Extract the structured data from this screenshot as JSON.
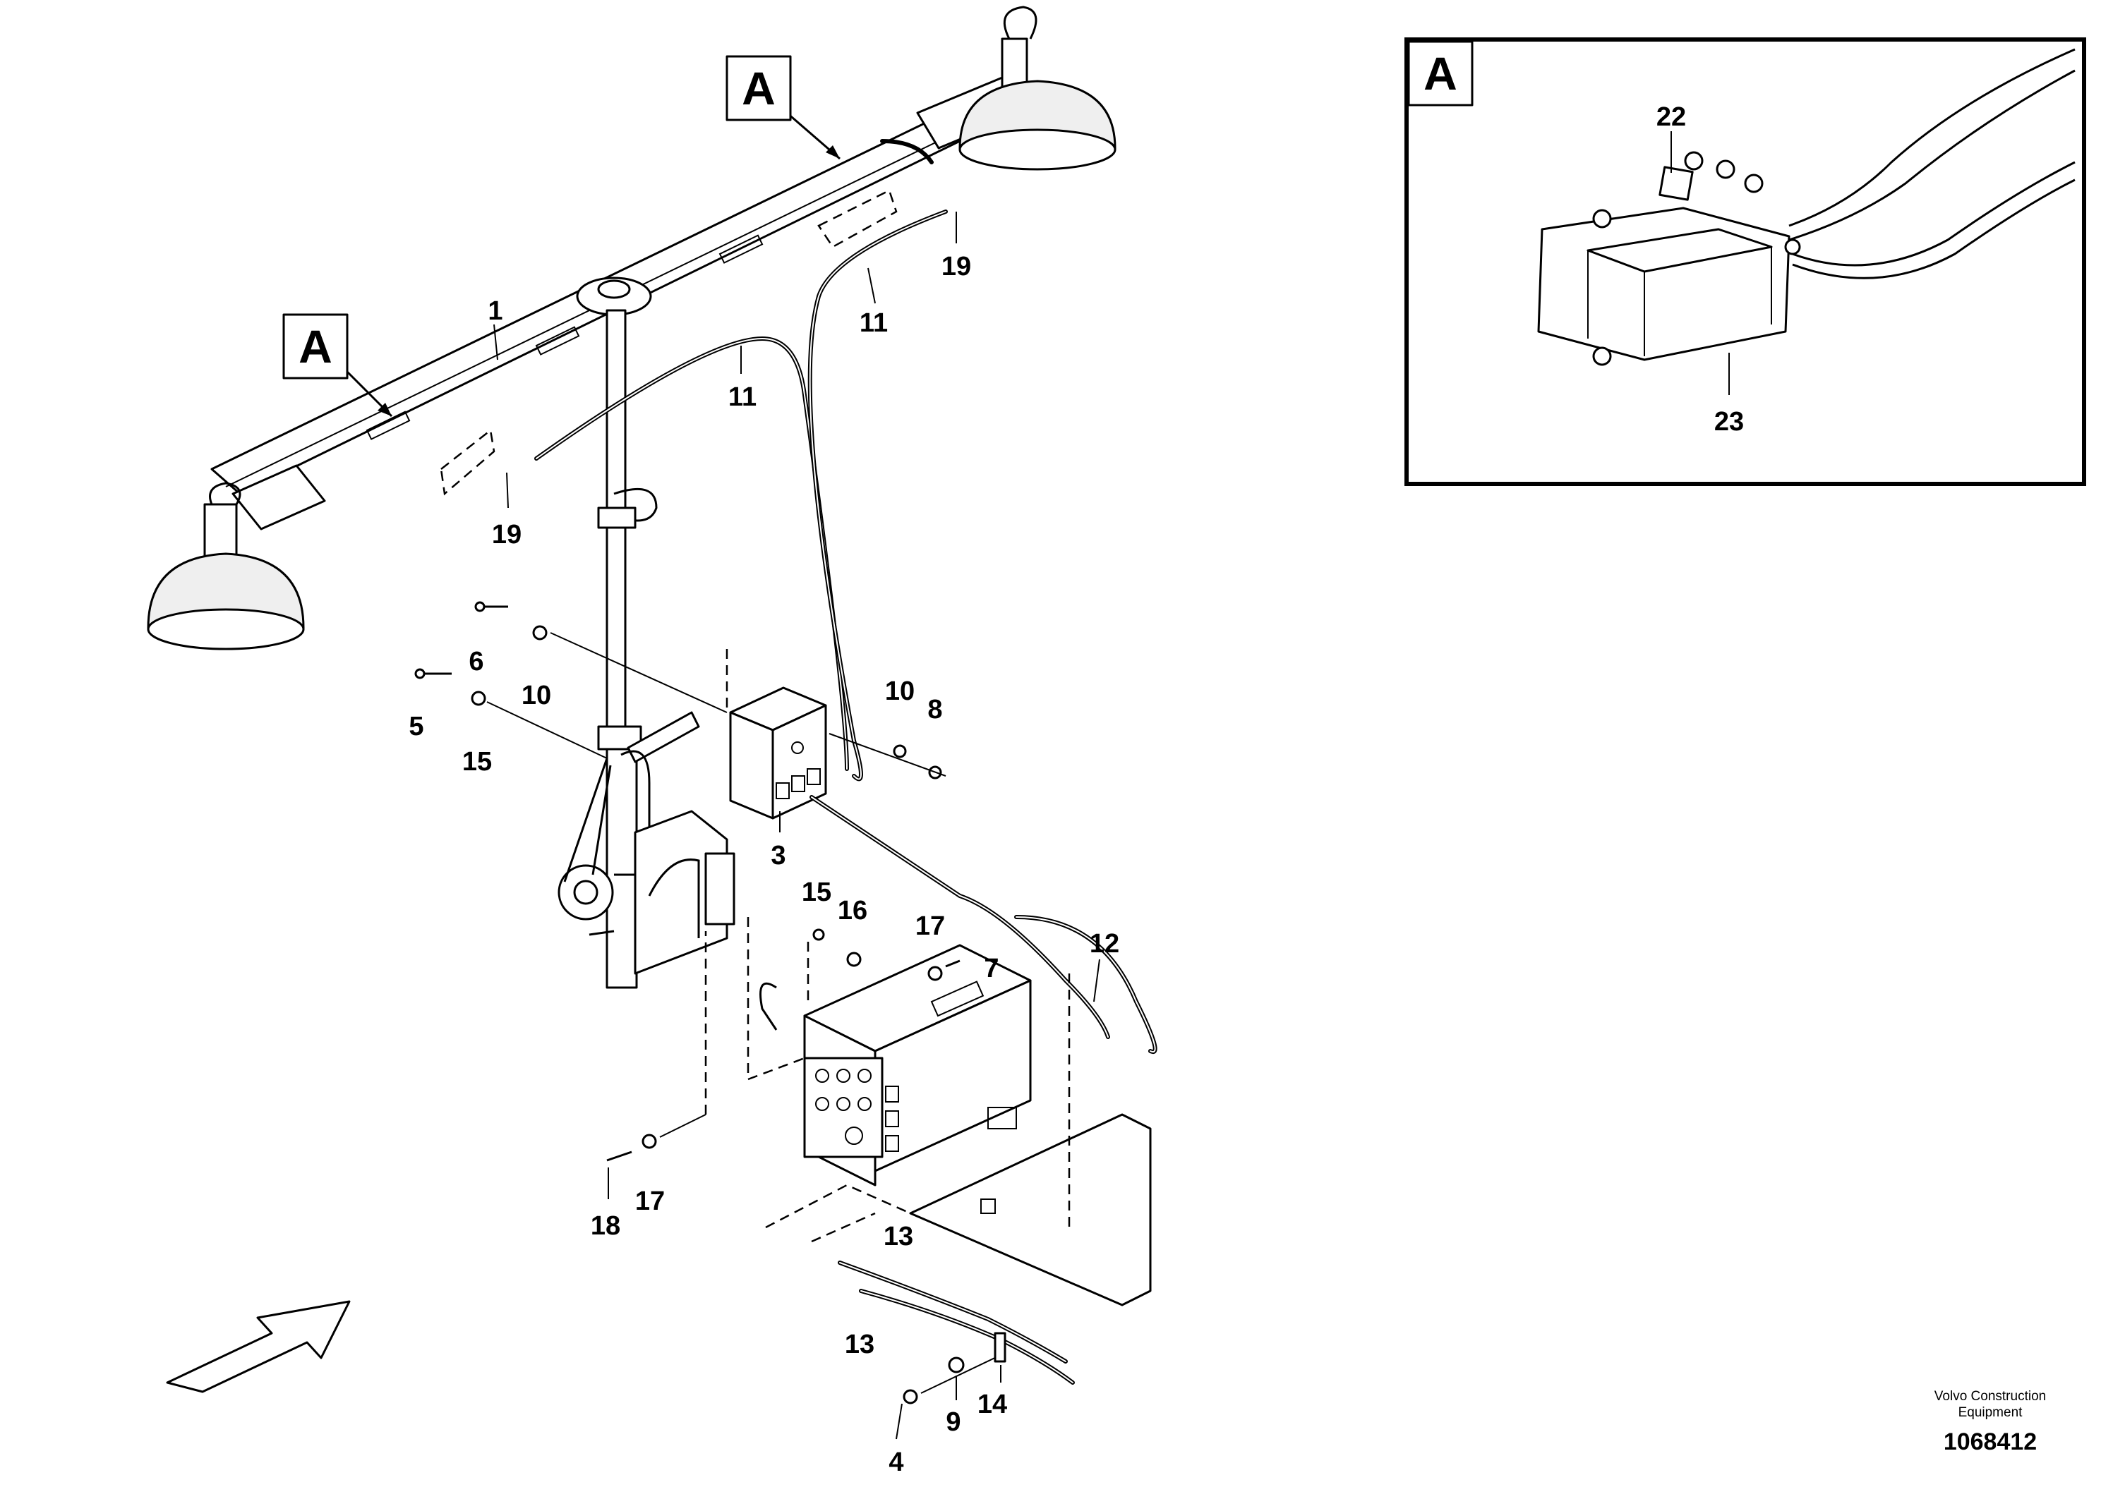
{
  "callout_markers": [
    "A",
    "A"
  ],
  "detail": {
    "marker": "A",
    "labels": [
      "22",
      "23"
    ]
  },
  "part_labels": [
    "1",
    "11",
    "11",
    "19",
    "19",
    "6",
    "10",
    "5",
    "15",
    "3",
    "10",
    "8",
    "15",
    "16",
    "17",
    "7",
    "12",
    "13",
    "13",
    "18",
    "17",
    "4",
    "9",
    "14"
  ],
  "footer": {
    "credit_line1": "Volvo Construction",
    "credit_line2": "Equipment",
    "doc_number": "1068412"
  }
}
